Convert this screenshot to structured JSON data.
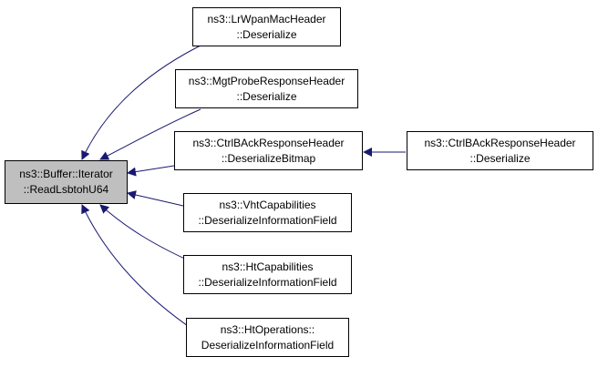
{
  "colors": {
    "edge": "#191970",
    "focus_fill": "#bfbfbf",
    "node_fill": "#ffffff"
  },
  "nodes": {
    "root": {
      "line1": "ns3::Buffer::Iterator",
      "line2": "::ReadLsbtohU64"
    },
    "lrwpan": {
      "line1": "ns3::LrWpanMacHeader",
      "line2": "::Deserialize"
    },
    "mgtprobe": {
      "line1": "ns3::MgtProbeResponseHeader",
      "line2": "::Deserialize"
    },
    "ctrlbitmap": {
      "line1": "ns3::CtrlBAckResponseHeader",
      "line2": "::DeserializeBitmap"
    },
    "ctrldeser": {
      "line1": "ns3::CtrlBAckResponseHeader",
      "line2": "::Deserialize"
    },
    "vht": {
      "line1": "ns3::VhtCapabilities",
      "line2": "::DeserializeInformationField"
    },
    "htcap": {
      "line1": "ns3::HtCapabilities",
      "line2": "::DeserializeInformationField"
    },
    "htops": {
      "line1": "ns3::HtOperations::",
      "line2": "DeserializeInformationField"
    }
  }
}
